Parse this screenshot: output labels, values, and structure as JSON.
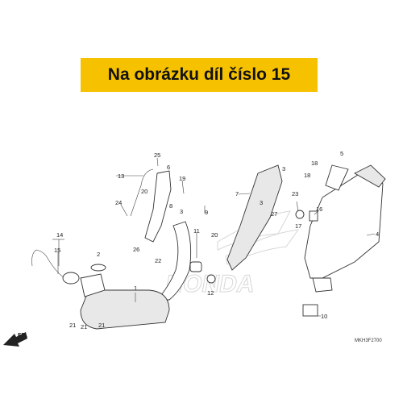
{
  "banner": {
    "text": "Na obrázku díl číslo 15",
    "color": "#f6c200"
  },
  "direction_label": "FR.",
  "diagram_code": "MKH3F2700",
  "watermark": "HONDA",
  "callouts": [
    "25",
    "6",
    "13",
    "19",
    "20",
    "8",
    "3",
    "24",
    "9",
    "5",
    "18",
    "18",
    "7",
    "3",
    "23",
    "14",
    "27",
    "16",
    "2",
    "15",
    "17",
    "11",
    "20",
    "4",
    "26",
    "22",
    "12",
    "1",
    "3",
    "10",
    "21",
    "21",
    "21"
  ]
}
